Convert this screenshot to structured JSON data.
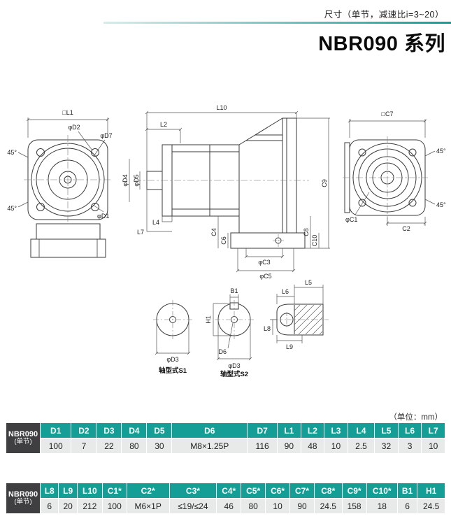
{
  "page": {
    "subtitle": "尺寸（单节，减速比i=3~20）",
    "title": "NBR090 系列",
    "unit_note": "（单位：mm）"
  },
  "drawing": {
    "labels": {
      "L1": "□L1",
      "D2": "φD2",
      "D7": "φD7",
      "deg45": "45°",
      "D1": "φD1",
      "L10": "L10",
      "L2": "L2",
      "D4": "φD4",
      "D5": "φD5",
      "L4": "L4",
      "L7": "L7",
      "C4": "C4",
      "C6": "C6",
      "C3": "φC3",
      "C5": "φC5",
      "C8": "C8",
      "C10": "C10",
      "C9": "C9",
      "C7": "□C7",
      "C1": "φC1",
      "C2": "C2",
      "D3": "φD3",
      "B1": "B1",
      "H1": "H1",
      "D6": "D6",
      "S1": "轴型式S1",
      "S2": "轴型式S2",
      "L5": "L5",
      "L6": "L6",
      "L8": "L8",
      "L9": "L9"
    }
  },
  "tables": {
    "model": "NBR090",
    "model_sub": "(单节)",
    "t1": {
      "columns": [
        "D1",
        "D2",
        "D3",
        "D4",
        "D5",
        "D6",
        "D7",
        "L1",
        "L2",
        "L3",
        "L4",
        "L5",
        "L6",
        "L7"
      ],
      "values": [
        "100",
        "7",
        "22",
        "80",
        "30",
        "M8×1.25P",
        "116",
        "90",
        "48",
        "10",
        "2.5",
        "32",
        "3",
        "10"
      ]
    },
    "t2": {
      "columns": [
        "L8",
        "L9",
        "L10",
        "C1*",
        "C2*",
        "C3*",
        "C4*",
        "C5*",
        "C6*",
        "C7*",
        "C8*",
        "C9*",
        "C10*",
        "B1",
        "H1"
      ],
      "values": [
        "6",
        "20",
        "212",
        "100",
        "M6×1P",
        "≤19/≤24",
        "46",
        "80",
        "10",
        "90",
        "24.5",
        "158",
        "18",
        "6",
        "24.5"
      ]
    }
  },
  "colors": {
    "accent": "#149e96",
    "model_cell": "#3f3f41",
    "row_bg": "#e8eaea"
  }
}
